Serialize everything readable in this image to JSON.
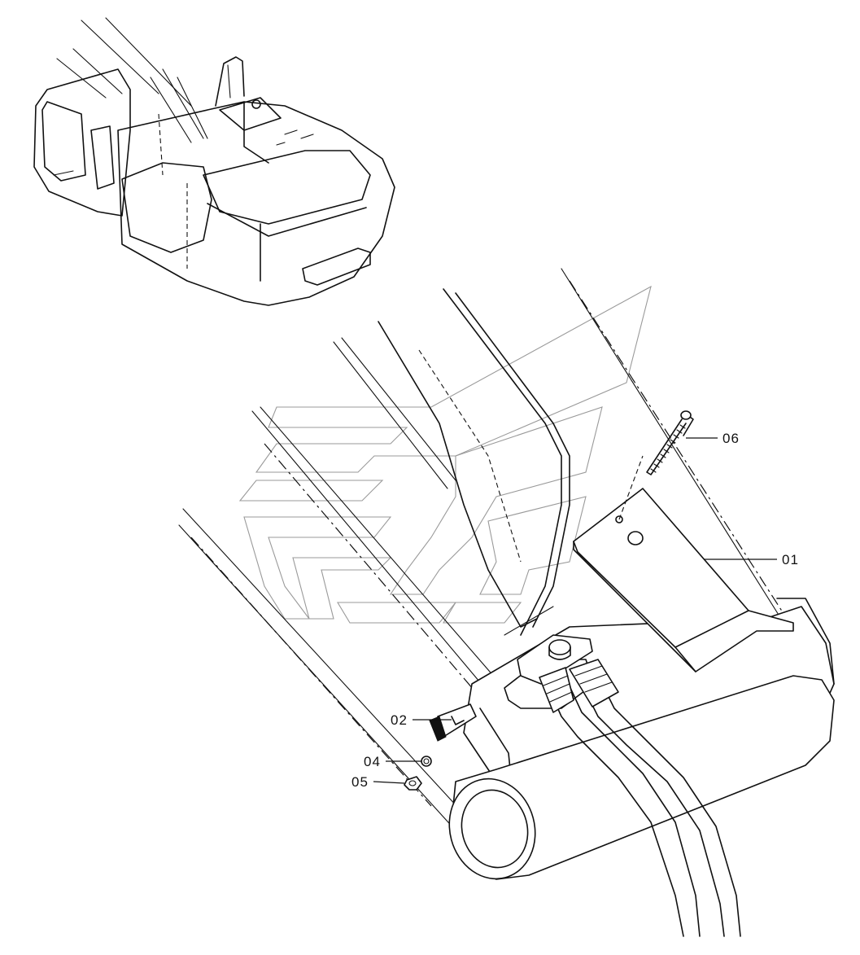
{
  "callouts": [
    {
      "id": "callout-06",
      "label": "06"
    },
    {
      "id": "callout-01",
      "label": "01"
    },
    {
      "id": "callout-02",
      "label": "02"
    },
    {
      "id": "callout-04",
      "label": "04"
    },
    {
      "id": "callout-05",
      "label": "05"
    }
  ],
  "parts": {
    "p01": "01",
    "p02": "02",
    "p04": "04",
    "p05": "05",
    "p06": "06"
  },
  "colors": {
    "line": "#111111",
    "watermark": "#9a9a9a",
    "background": "#ffffff"
  }
}
